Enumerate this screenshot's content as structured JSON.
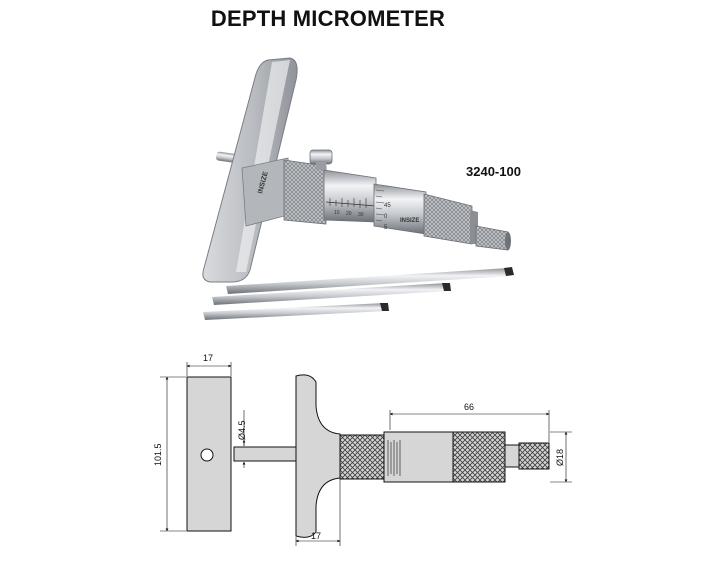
{
  "title": "DEPTH MICROMETER",
  "model_number": "3240-100",
  "brand_mark": "INSIZE",
  "thimble_scale": [
    "45",
    "0",
    "5"
  ],
  "sleeve_scale": [
    "10",
    "20",
    "30"
  ],
  "dimensions": {
    "base_width": "17",
    "base_height": "101.5",
    "rod_diameter": "Ø4.5",
    "thimble_length": "66",
    "thimble_diameter": "Ø18",
    "base_thickness": "17"
  }
}
